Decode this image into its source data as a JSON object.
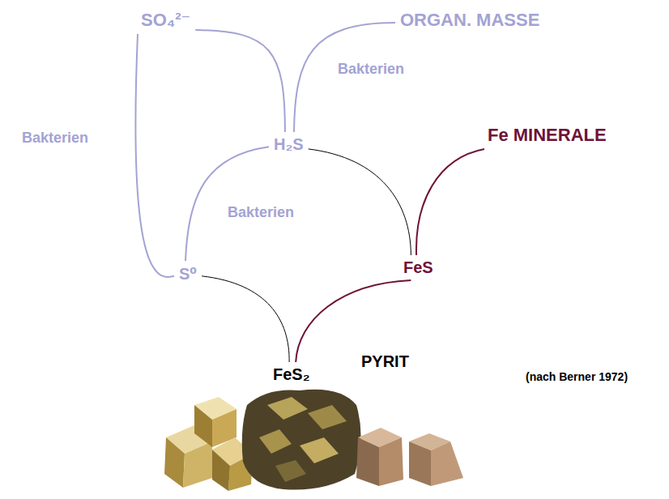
{
  "diagram": {
    "nodes": [
      {
        "text": [
          "SO₄²⁻"
        ]
      },
      {
        "text": [
          "ORGAN. MASSE"
        ]
      },
      {
        "text": [
          "H₂S"
        ]
      },
      {
        "text": [
          "Fe MINERALE"
        ]
      },
      {
        "text": [
          "S⁰"
        ]
      },
      {
        "text": [
          "FeS"
        ]
      },
      {
        "text": [
          "FeS₂"
        ]
      }
    ],
    "edges": [
      {
        "from": 0,
        "to": 2,
        "arrow": "none"
      },
      {
        "from": 1,
        "to": 2,
        "label": "Bakterien",
        "arrow": "none"
      },
      {
        "from": 0,
        "to": 4,
        "label": "Bakterien",
        "arrow": "none"
      },
      {
        "from": 2,
        "to": 4,
        "label": "Bakterien",
        "arrow": "none"
      },
      {
        "from": 2,
        "to": 5,
        "arrow": "none"
      },
      {
        "from": 3,
        "to": 5,
        "arrow": "none"
      },
      {
        "from": 4,
        "to": 6,
        "arrow": "none"
      },
      {
        "from": 5,
        "to": 6,
        "arrow": "none"
      }
    ],
    "labels": [
      "PYRIT",
      "(nach Berner 1972)"
    ]
  }
}
